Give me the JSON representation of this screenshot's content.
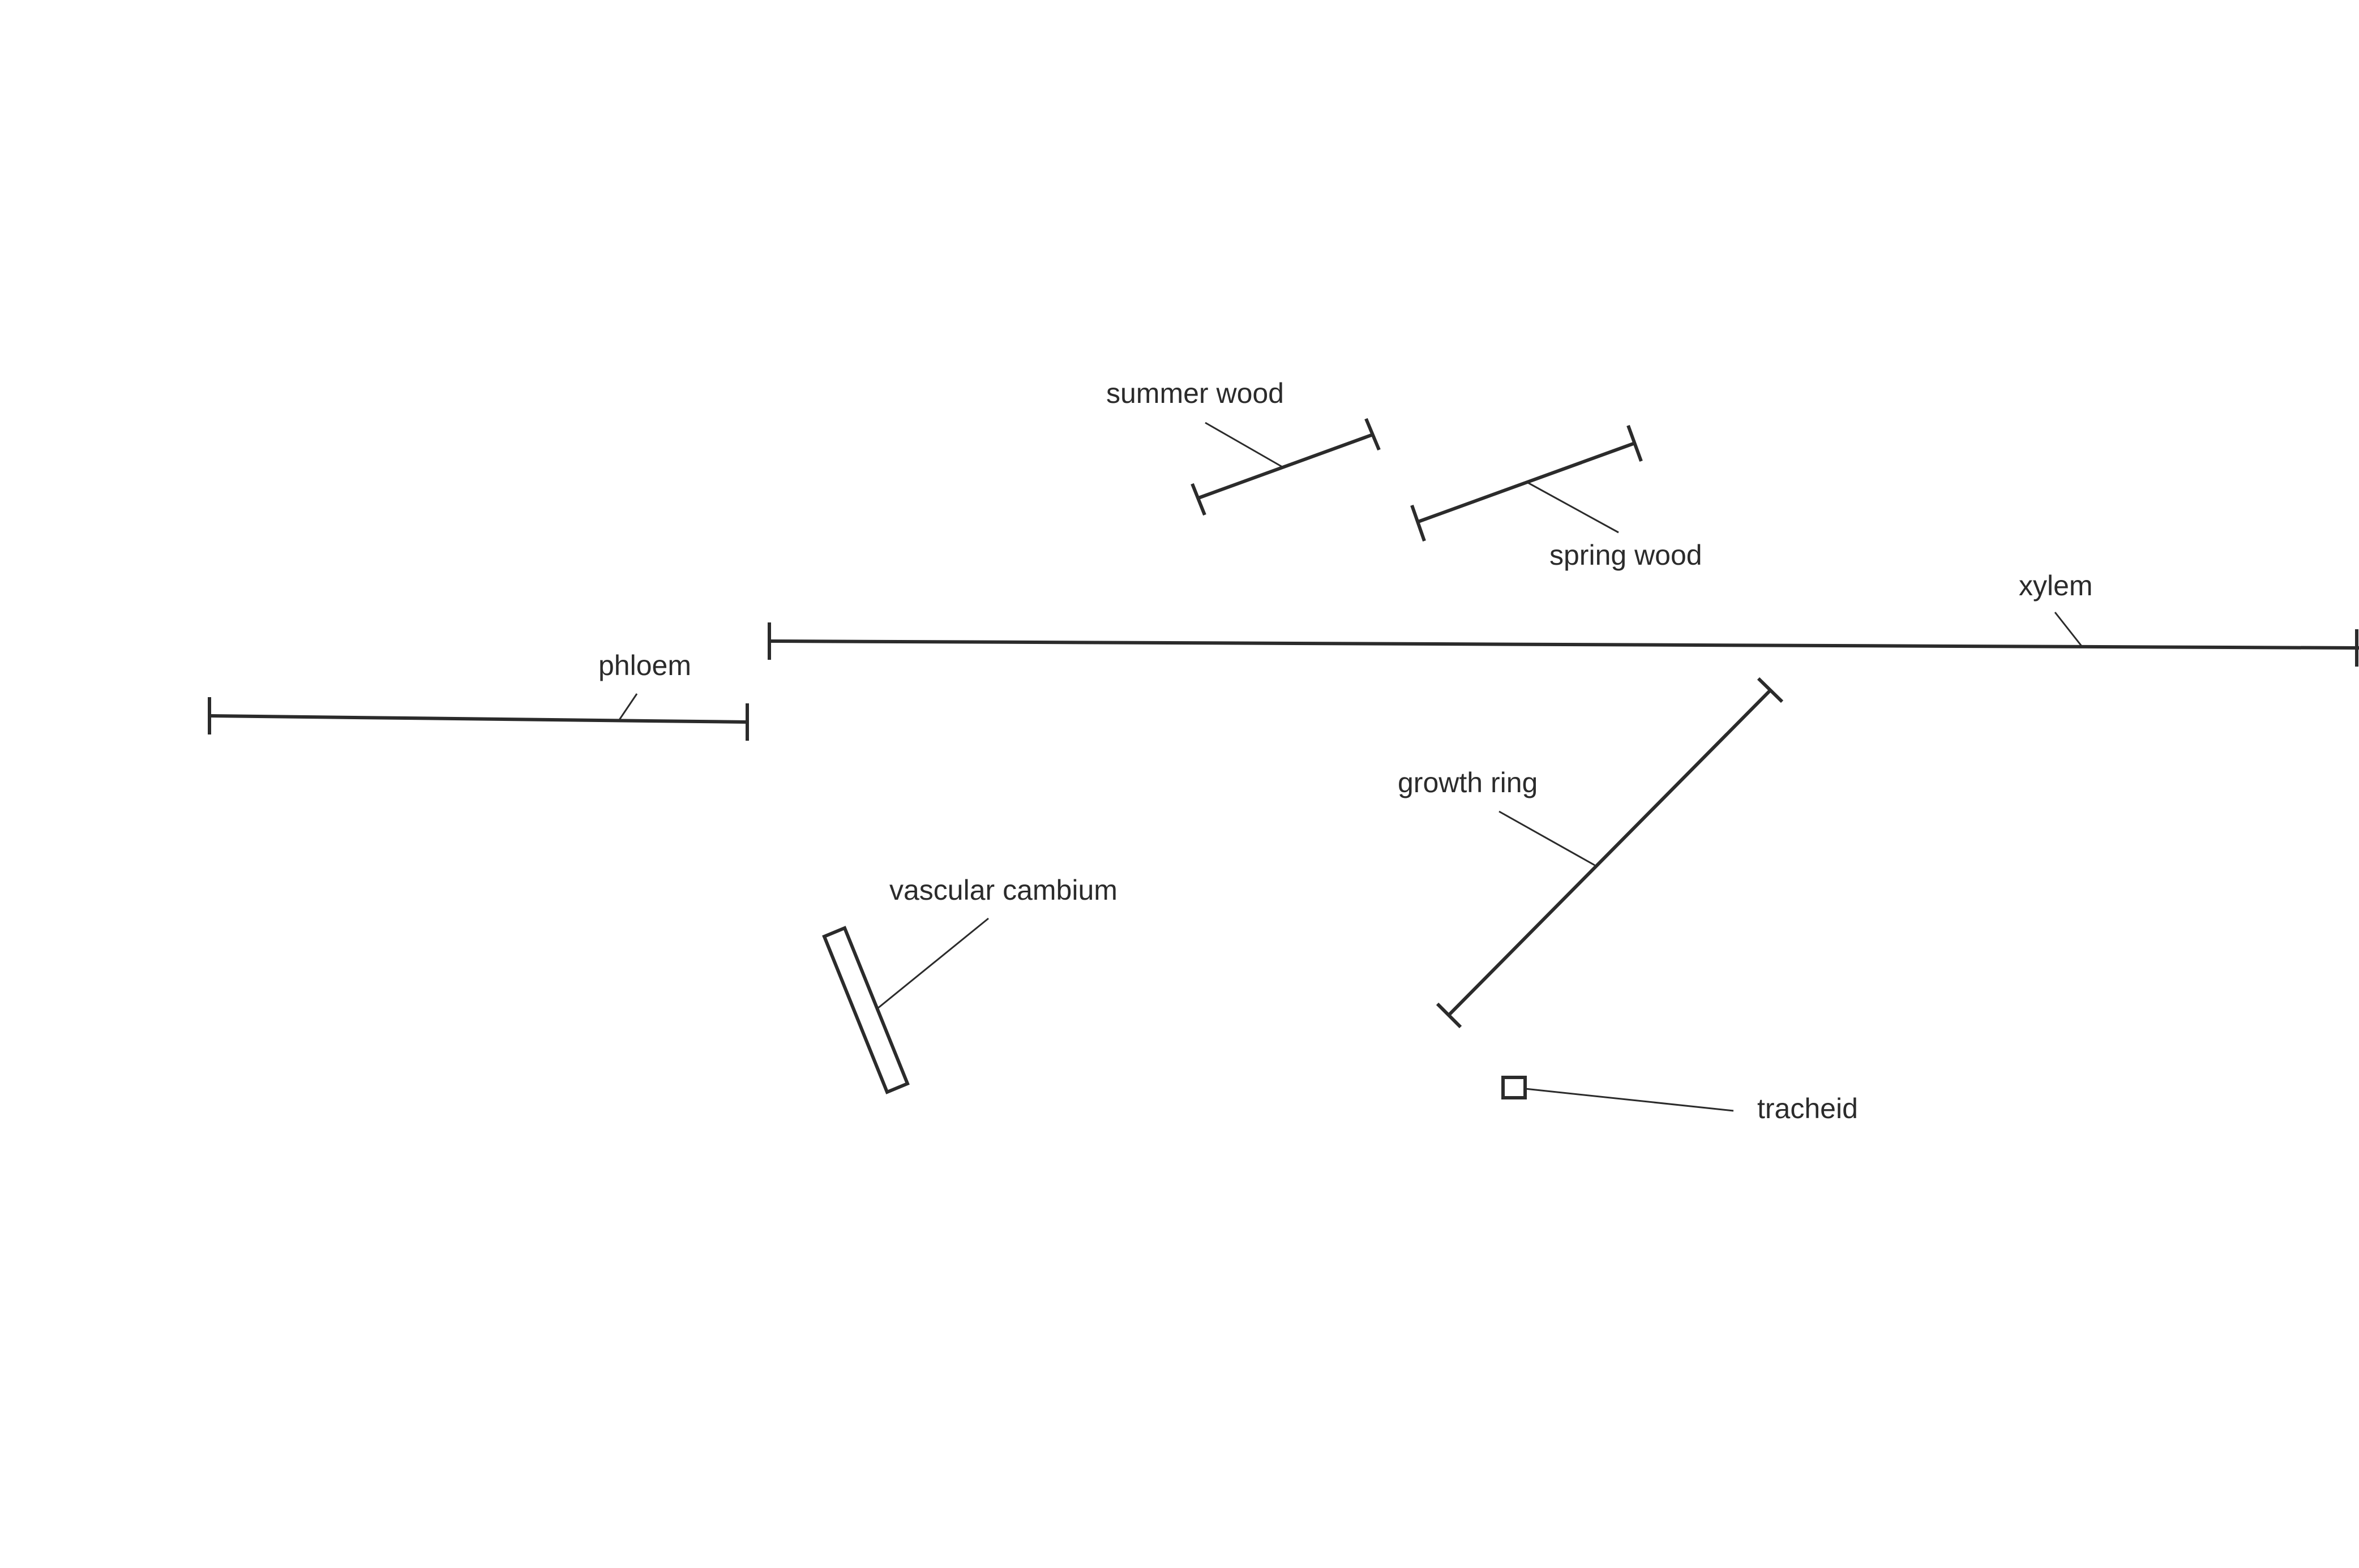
{
  "style": {
    "background": "#ffffff",
    "ink": "#2b2b2b"
  },
  "labels": {
    "summer_wood": "summer wood",
    "spring_wood": "spring wood",
    "xylem": "xylem",
    "phloem": "phloem",
    "growth_ring": "growth ring",
    "vascular_cambium": "vascular cambium",
    "tracheid": "tracheid"
  }
}
